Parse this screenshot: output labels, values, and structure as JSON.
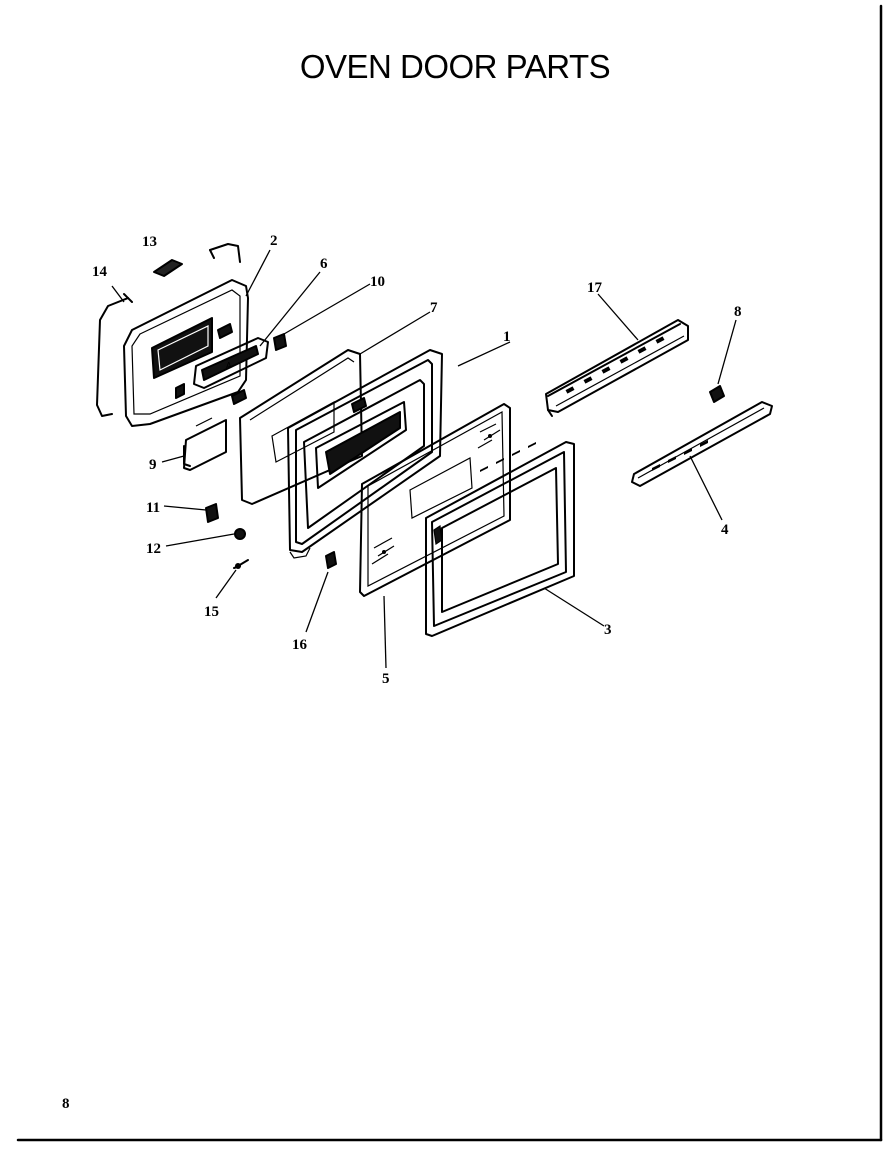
{
  "page": {
    "title": "OVEN DOOR PARTS",
    "page_number": "8"
  },
  "callouts": [
    {
      "label": "1"
    },
    {
      "label": "2"
    },
    {
      "label": "3"
    },
    {
      "label": "4"
    },
    {
      "label": "5"
    },
    {
      "label": "6"
    },
    {
      "label": "7"
    },
    {
      "label": "8"
    },
    {
      "label": "9"
    },
    {
      "label": "10"
    },
    {
      "label": "11"
    },
    {
      "label": "12"
    },
    {
      "label": "13"
    },
    {
      "label": "14"
    },
    {
      "label": "15"
    },
    {
      "label": "16"
    },
    {
      "label": "17"
    }
  ],
  "colors": {
    "ink": "#000000",
    "paper": "#ffffff"
  }
}
